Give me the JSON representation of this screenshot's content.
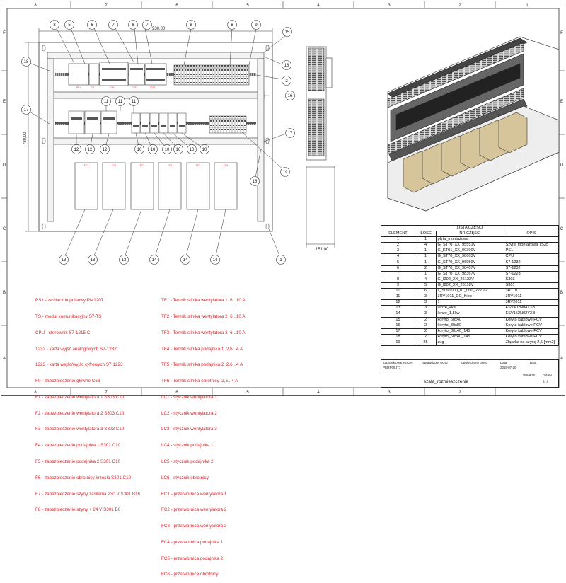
{
  "frame": {
    "top_numbers": [
      "8",
      "7",
      "6",
      "5",
      "4",
      "3",
      "2",
      "1"
    ],
    "side_letters": [
      "F",
      "E",
      "D",
      "C",
      "B",
      "A"
    ]
  },
  "drawing": {
    "dim_width": "930,00",
    "dim_height": "780,00",
    "dim_depth": "151,00",
    "balloons": [
      "1",
      "2",
      "3",
      "4",
      "5",
      "6",
      "7",
      "8",
      "9",
      "10",
      "11",
      "12",
      "13",
      "14",
      "15",
      "16",
      "17",
      "18",
      "19"
    ],
    "fuse_labels": [
      "FC1",
      "FC2",
      "FC3",
      "FC4",
      "FC5",
      "FC6"
    ],
    "top_rail_labels": [
      "PS1",
      "TS",
      "CPU",
      "1232",
      "1223"
    ]
  },
  "legend_left": [
    "PS1 - zasilacz impulsowy PM1207",
    "TS - moduł komunikacyjny S7-TS",
    "CPU - sterownik S7-1215 C",
    "1232 - karta wyjść analogowych S7-1232",
    "1223 - karta wejść/wyjść cyfrowych S7-1223",
    "F0 - zabezpieczenie główne C63",
    "F1 - zabezpieczenie wentylatora 1 S303 C10",
    "F2 - zabezpieczenie wentylatora 2 S303 C10",
    "F3 - zabezpieczenie wentylatora 3 S303 C10",
    "F4 - zabezpieczenie podajnika 1 S301 C10",
    "F5 - zabezpieczenie podajnika 2 S301 C10",
    "F6 - zabezpieczenie obrotnicy krzesła S301 C10",
    "F7 - zabezpieczenie szyny zasilania 230 V S301 B16",
    "F8 - zabezpieczenie szyny + 24 V S301 B6"
  ],
  "legend_right": [
    "TF1 - Termik silnika wentylatora 1  6...10 A",
    "TF2 - Termik silnika wentylatora 2  6...10 A",
    "TF3 - Termik silnika wentylatora 3  6...10 A",
    "TF4 - Termik silnika podajnika 1  2,6...4 A",
    "TF5 - Termik silnika podajnika 2  2,6...4 A",
    "TF6 - Termik silnika obrotnicy  2,6...4 A",
    "LC1 - stycznik wentylatora 1",
    "LC2 - stycznik wentylatora 2",
    "LC3 - stycznik wentylatora 3",
    "LC4 - stycznik podajnika 1",
    "LC5 - stycznik podajnika 2",
    "LC6 - stycznik obrotnicy",
    "FC1 - przetwornica wentylatora 1",
    "FC2 - przetwornica wentylatora 2",
    "FC3 - przetwornica wentylatora 3",
    "FC4 - przetwornica podajnika 1",
    "FC5 - przetwornica podajnika 2",
    "FC6 - przetwornica obrotnicy"
  ],
  "parts_list": {
    "title": "LISTA CZĘŚCI",
    "headers": [
      "ELEMENT",
      "ILOŚĆ",
      "NR CZĘŚCI",
      "OPIS"
    ],
    "rows": [
      [
        "1",
        "1",
        "płyta_montażowa",
        ""
      ],
      [
        "2",
        "4",
        "G_ST70_XX_95551V",
        "Szyna montażowa TS35"
      ],
      [
        "3",
        "1",
        "G_KT01_XX_00390V",
        "PS1"
      ],
      [
        "4",
        "1",
        "G_ST70_XX_98603V",
        "CPU"
      ],
      [
        "5",
        "1",
        "G_ST70_XX_96959V",
        "S7-1232"
      ],
      [
        "6",
        "2",
        "G_ST70_XX_98407V",
        "S7-1232"
      ],
      [
        "7",
        "1",
        "G_ST70_XX_98367V",
        "S7-1223"
      ],
      [
        "8",
        "4",
        "G_I202_XX_26122V",
        "S303"
      ],
      [
        "9",
        "5",
        "G_I202_XX_26118V",
        "S301"
      ],
      [
        "10",
        "6",
        "z_S061000_01_000_222 22",
        "3RT10"
      ],
      [
        "11",
        "3",
        "3RV1011_CC_Kipp",
        "3RV1011"
      ],
      [
        "12",
        "3",
        "1",
        "3RV2011"
      ],
      [
        "13",
        "3",
        "lenze_4kw",
        "ESV402N04TXB"
      ],
      [
        "14",
        "3",
        "lenze_1,5kw",
        "ESV152N02YXB"
      ],
      [
        "15",
        "2",
        "koryto_60x40",
        "Koryto kablowe PCV"
      ],
      [
        "16",
        "2",
        "koryto_80x80",
        "Koryto kablowe PCV"
      ],
      [
        "17",
        "2",
        "koryto_80x40_145",
        "Koryto kablowe PCV"
      ],
      [
        "18",
        "2",
        "koryto_60x40_145",
        "Koryto kablowe PCV"
      ],
      [
        "19",
        "25",
        "zug",
        "Złączka na szynę 2,5 [mm2]"
      ]
    ]
  },
  "title_block": {
    "drawing_name": "szafa_rozmieszczenie",
    "sheet": "1 / 1",
    "sheet_label": "Arkusz",
    "author": "PERPOLIT1",
    "date": "2015-07-20",
    "label_designed": "Zaprojektowany przez",
    "label_checked": "Sprawdzony przez",
    "label_approved": "Zatwierdzony przez",
    "label_date": "Data",
    "label_edition": "Wydanie"
  }
}
